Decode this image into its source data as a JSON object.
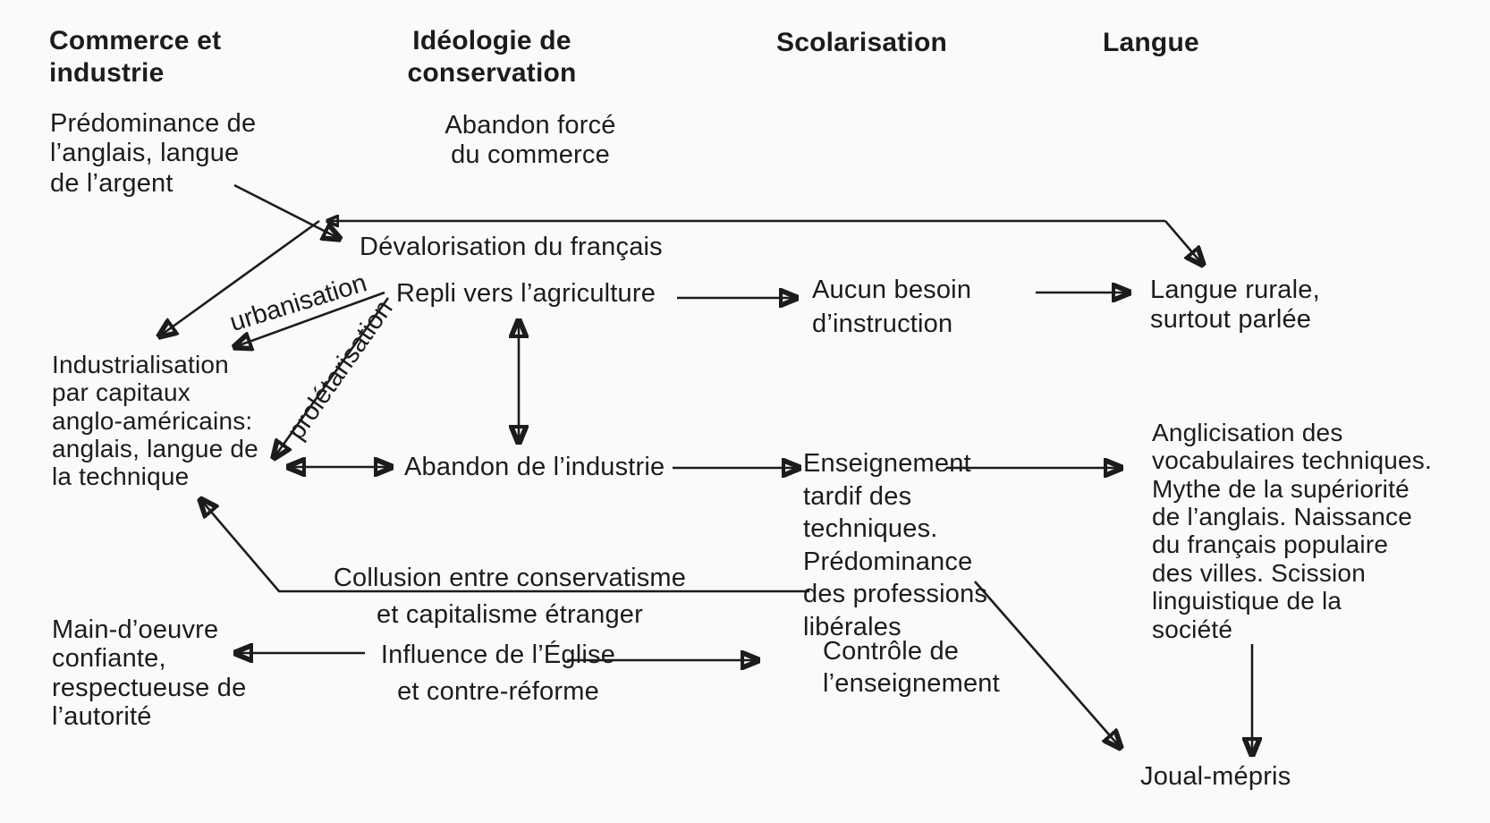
{
  "headers": {
    "commerce": "Commerce et\nindustrie",
    "ideologie": "Idéologie de\nconservation",
    "scolarisation": "Scolarisation",
    "langue": "Langue"
  },
  "nodes": {
    "predominance": "Prédominance de\nl’anglais, langue\nde l’argent",
    "abandon_force": "Abandon forcé\ndu commerce",
    "devalorisation": "Dévalorisation du français",
    "repli": "Repli vers l’agriculture",
    "aucun_besoin": "Aucun besoin\nd’instruction",
    "langue_rurale": "Langue rurale,\nsurtout parlée",
    "industrialisation": "Industrialisation\npar capitaux\nanglo-américains:\nanglais, langue de\nla technique",
    "abandon_industrie": "Abandon de l’industrie",
    "enseignement": "Enseignement\ntardif des\ntechniques.\nPrédominance\ndes professions\nlibérales",
    "anglicisation": "Anglicisation des\nvocabulaires techniques.\nMythe de la supériorité\nde l’anglais. Naissance\ndu français populaire\ndes villes. Scission\nlinguistique de la\nsociété",
    "collusion": "Collusion entre conservatisme\net capitalisme étranger",
    "main_doeuvre": "Main-d’oeuvre\nconfiante,\nrespectueuse de\nl’autorité",
    "influence": "Influence de l’Église\net contre-réforme",
    "controle": "Contrôle de\nl’enseignement",
    "joual": "Joual-mépris"
  },
  "edge_labels": {
    "urbanisation": "urbanisation",
    "proletarisation": "prolétarisation"
  },
  "colors": {
    "ink": "#1c1c1c",
    "paper": "#fafaf8"
  }
}
